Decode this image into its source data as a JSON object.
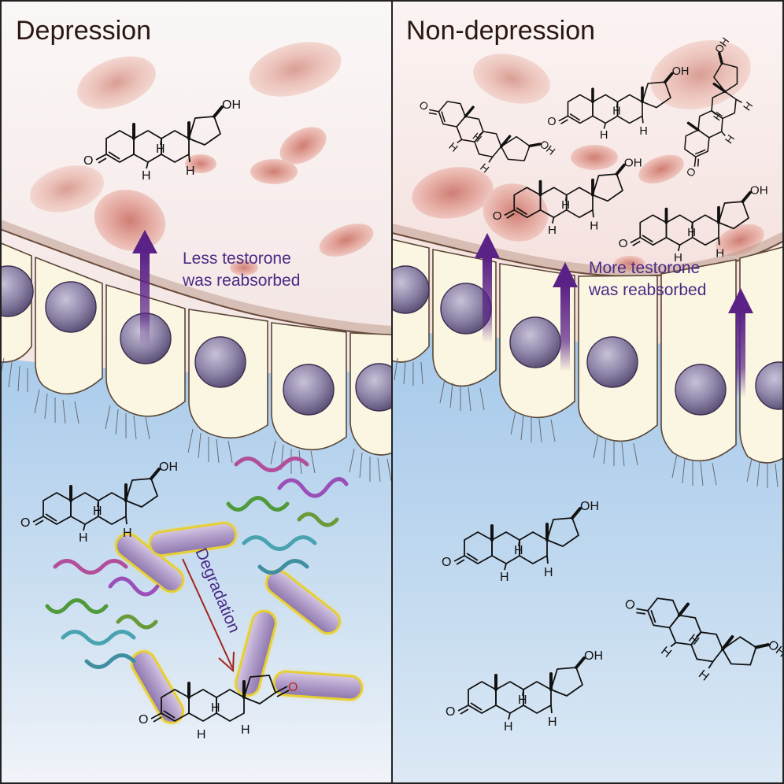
{
  "panels": {
    "left": {
      "title": "Depression"
    },
    "right": {
      "title": "Non-depression"
    }
  },
  "annotations": {
    "less_line1": "Less testorone",
    "less_line2": "was reabsorbed",
    "more_line1": "More testorone",
    "more_line2": "was reabsorbed",
    "degradation": "Degradation"
  },
  "chem_labels": {
    "oh": "OH",
    "h": "H",
    "o": "O"
  },
  "colors": {
    "arrow_purple": "#5a2286",
    "degradation_arrow": "#a3231b",
    "text_purple": "#4a2a86",
    "lumen_blue": "#b9d6ef",
    "blood_pink": "#f1ddd8",
    "nucleus_purple": "#8e84a8",
    "bacteria_purple": "#b9a6cf"
  }
}
